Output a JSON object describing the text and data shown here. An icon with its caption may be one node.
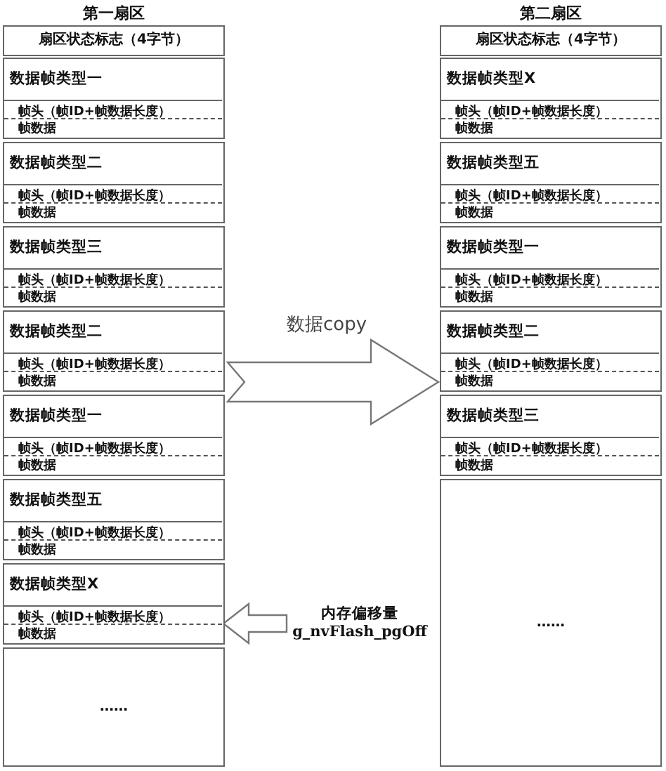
{
  "diagram": {
    "nodes": [
      {
        "text": [
          "第一扇区"
        ]
      },
      {
        "text": [
          "扇区状态标志（4字节）"
        ],
        "in": 0
      },
      {
        "text": [
          "数据帧类型一"
        ],
        "in": 0
      },
      {
        "text": [
          "帧头（帧ID+帧数据长度）",
          "帧数据"
        ],
        "in": 2
      },
      {
        "text": [
          "数据帧类型二"
        ],
        "in": 0
      },
      {
        "text": [
          "帧头（帧ID+帧数据长度）",
          "帧数据"
        ],
        "in": 4
      },
      {
        "text": [
          "数据帧类型三"
        ],
        "in": 0
      },
      {
        "text": [
          "帧头（帧ID+帧数据长度）",
          "帧数据"
        ],
        "in": 6
      },
      {
        "text": [
          "数据帧类型二"
        ],
        "in": 0
      },
      {
        "text": [
          "帧头（帧ID+帧数据长度）",
          "帧数据"
        ],
        "in": 8
      },
      {
        "text": [
          "数据帧类型一"
        ],
        "in": 0
      },
      {
        "text": [
          "帧头（帧ID+帧数据长度）",
          "帧数据"
        ],
        "in": 10
      },
      {
        "text": [
          "数据帧类型五"
        ],
        "in": 0
      },
      {
        "text": [
          "帧头（帧ID+帧数据长度）",
          "帧数据"
        ],
        "in": 12
      },
      {
        "text": [
          "数据帧类型X"
        ],
        "in": 0
      },
      {
        "text": [
          "帧头（帧ID+帧数据长度）",
          "帧数据"
        ],
        "in": 14
      },
      {
        "text": [
          "……"
        ],
        "in": 0
      },
      {
        "text": [
          "第二扇区"
        ]
      },
      {
        "text": [
          "扇区状态标志（4字节）"
        ],
        "in": 17
      },
      {
        "text": [
          "数据帧类型X"
        ],
        "in": 17
      },
      {
        "text": [
          "帧头（帧ID+帧数据长度）",
          "帧数据"
        ],
        "in": 19
      },
      {
        "text": [
          "数据帧类型五"
        ],
        "in": 17
      },
      {
        "text": [
          "帧头（帧ID+帧数据长度）",
          "帧数据"
        ],
        "in": 21
      },
      {
        "text": [
          "数据帧类型一"
        ],
        "in": 17
      },
      {
        "text": [
          "帧头（帧ID+帧数据长度）",
          "帧数据"
        ],
        "in": 23
      },
      {
        "text": [
          "数据帧类型二"
        ],
        "in": 17
      },
      {
        "text": [
          "帧头（帧ID+帧数据长度）",
          "帧数据"
        ],
        "in": 25
      },
      {
        "text": [
          "数据帧类型三"
        ],
        "in": 17
      },
      {
        "text": [
          "帧头（帧ID+帧数据长度）",
          "帧数据"
        ],
        "in": 27
      },
      {
        "text": [
          "……"
        ],
        "in": 17
      },
      {
        "text": [
          "内存偏移量 g_nvFlash_pgOff"
        ]
      }
    ],
    "edges": [
      {
        "from": 0,
        "to": 17,
        "arrow": "to",
        "label": "数据copy"
      },
      {
        "from": 30,
        "to": 15,
        "arrow": "to"
      }
    ]
  }
}
